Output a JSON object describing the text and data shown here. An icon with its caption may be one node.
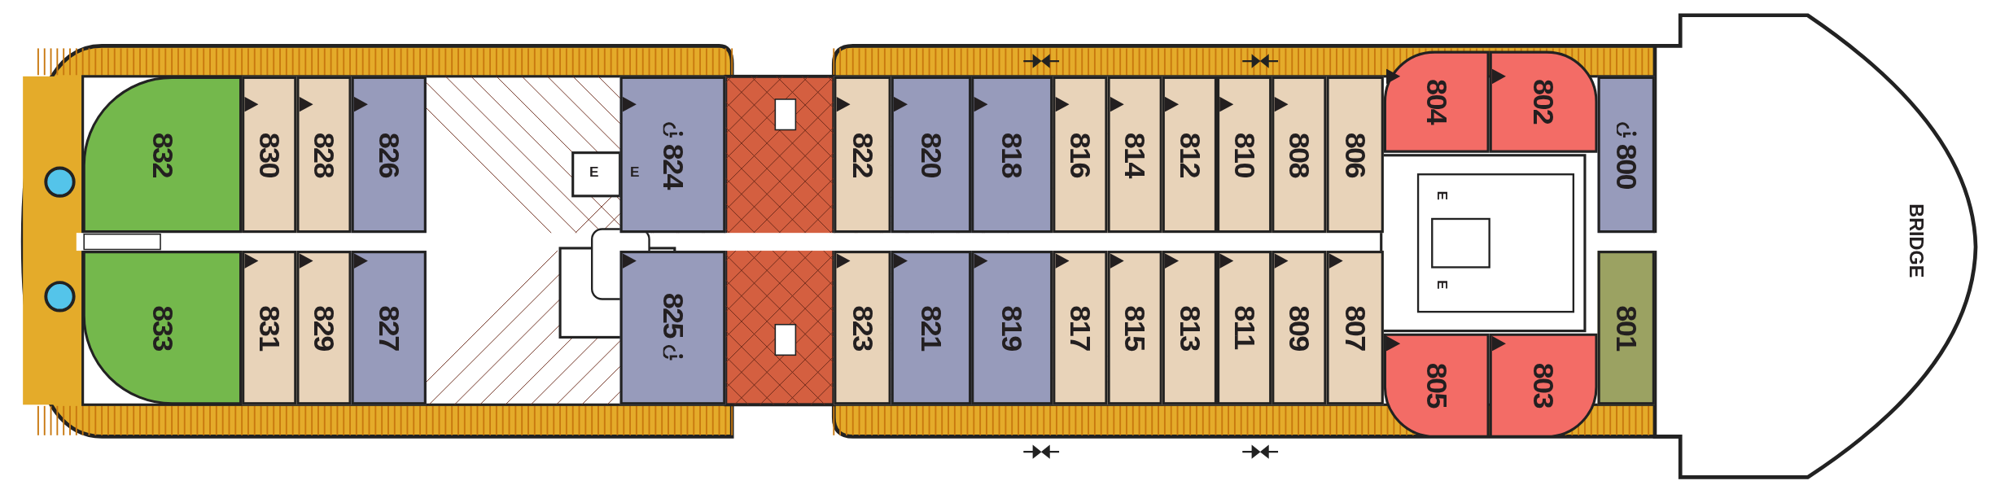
{
  "diagram": {
    "nodes": [
      {
        "text": [
          "832"
        ]
      },
      {
        "text": [
          "830"
        ]
      },
      {
        "text": [
          "828"
        ]
      },
      {
        "text": [
          "826"
        ]
      },
      {
        "text": [
          "824"
        ]
      },
      {
        "text": [
          "822"
        ]
      },
      {
        "text": [
          "820"
        ]
      },
      {
        "text": [
          "818"
        ]
      },
      {
        "text": [
          "816"
        ]
      },
      {
        "text": [
          "814"
        ]
      },
      {
        "text": [
          "812"
        ]
      },
      {
        "text": [
          "810"
        ]
      },
      {
        "text": [
          "808"
        ]
      },
      {
        "text": [
          "806"
        ]
      },
      {
        "text": [
          "804"
        ]
      },
      {
        "text": [
          "802"
        ]
      },
      {
        "text": [
          "800"
        ]
      },
      {
        "text": [
          "833"
        ]
      },
      {
        "text": [
          "831"
        ]
      },
      {
        "text": [
          "829"
        ]
      },
      {
        "text": [
          "827"
        ]
      },
      {
        "text": [
          "825"
        ]
      },
      {
        "text": [
          "823"
        ]
      },
      {
        "text": [
          "821"
        ]
      },
      {
        "text": [
          "819"
        ]
      },
      {
        "text": [
          "817"
        ]
      },
      {
        "text": [
          "815"
        ]
      },
      {
        "text": [
          "813"
        ]
      },
      {
        "text": [
          "811"
        ]
      },
      {
        "text": [
          "809"
        ]
      },
      {
        "text": [
          "807"
        ]
      },
      {
        "text": [
          "805"
        ]
      },
      {
        "text": [
          "803"
        ]
      },
      {
        "text": [
          "801"
        ]
      }
    ],
    "labels": [
      "E",
      "E",
      "E",
      "E",
      "BRIDGE"
    ]
  }
}
